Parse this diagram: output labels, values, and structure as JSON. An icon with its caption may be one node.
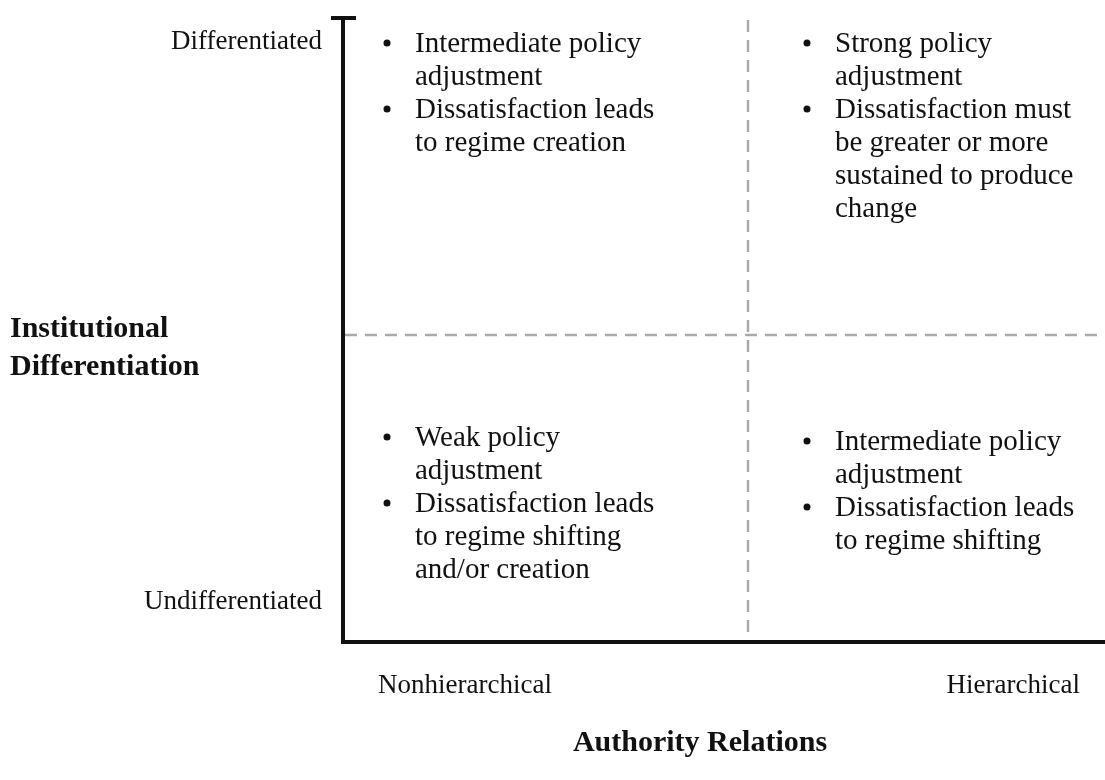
{
  "diagram": {
    "labels": [
      "Differentiated",
      "Intermediate policy adjustment",
      "Dissatisfaction leads to regime creation",
      "Strong policy adjustment",
      "Dissatisfaction must be greater or more sustained to produce change",
      "Institutional Differentiation",
      "Weak policy adjustment",
      "Dissatisfaction leads to regime shifting and/or creation",
      "Intermediate policy adjustment",
      "Dissatisfaction leads to regime shifting",
      "Undifferentiated",
      "Nonhierarchical",
      "Hierarchical",
      "Authority Relations"
    ]
  }
}
